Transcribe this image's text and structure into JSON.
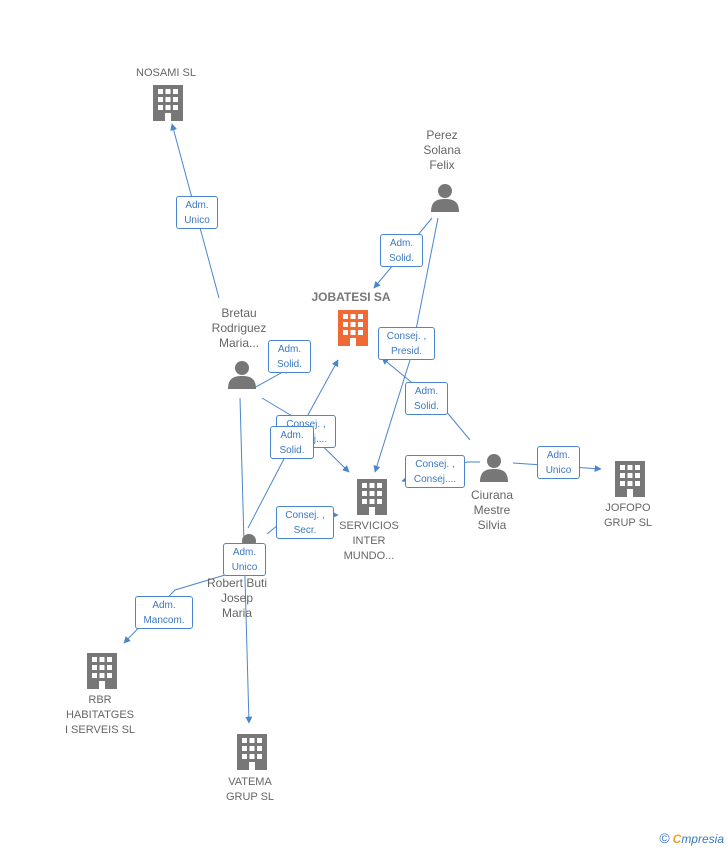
{
  "colors": {
    "edge": "#4a86cc",
    "node": "#777777",
    "focus": "#f06a35"
  },
  "nodes": [
    {
      "id": "nosami",
      "type": "company",
      "label": "NOSAMI SL"
    },
    {
      "id": "jobatesi",
      "type": "company",
      "focus": true,
      "label": "JOBATESI SA"
    },
    {
      "id": "perez",
      "type": "person",
      "label": "Perez\nSolana\nFelix"
    },
    {
      "id": "bretau",
      "type": "person",
      "label": "Bretau\nRodriguez\nMaria..."
    },
    {
      "id": "servicios",
      "type": "company",
      "label": "SERVICIOS\nINTER\nMUNDO..."
    },
    {
      "id": "ciurana",
      "type": "person",
      "label": "Ciurana\nMestre\nSilvia"
    },
    {
      "id": "jofopo",
      "type": "company",
      "label": "JOFOPO\nGRUP  SL"
    },
    {
      "id": "robert",
      "type": "person",
      "label": "Robert Buti\nJosep\nMaria"
    },
    {
      "id": "rbr",
      "type": "company",
      "label": "RBR\nHABITATGES\nI SERVEIS  SL"
    },
    {
      "id": "vatema",
      "type": "company",
      "label": "VATEMA\nGRUP SL"
    }
  ],
  "edges": [
    {
      "from": "bretau",
      "to": "nosami",
      "label": "Adm.\nUnico"
    },
    {
      "from": "perez",
      "to": "jobatesi",
      "label": "Adm.\nSolid."
    },
    {
      "from": "perez",
      "to": "servicios",
      "label": "Consej. ,\nPresid."
    },
    {
      "from": "bretau",
      "to": "servicios",
      "label": "Consej. ,\nConsej...."
    },
    {
      "from": "robert",
      "to": "jobatesi",
      "label": "Adm.\nSolid."
    },
    {
      "from": "bretau",
      "to": "jobatesi",
      "label": "Adm.\nSolid."
    },
    {
      "from": "ciurana",
      "to": "jobatesi",
      "label": "Adm.\nSolid."
    },
    {
      "from": "ciurana",
      "to": "servicios",
      "label": "Consej. ,\nConsej...."
    },
    {
      "from": "ciurana",
      "to": "jofopo",
      "label": "Adm.\nUnico"
    },
    {
      "from": "robert",
      "to": "servicios",
      "label": "Consej. ,\nSecr."
    },
    {
      "from": "robert",
      "to": "rbr",
      "label": "Adm.\nMancom."
    },
    {
      "from": "bretau",
      "to": "vatema",
      "label": "Adm.\nUnico"
    }
  ],
  "watermark": {
    "copyright": "©",
    "brand_initial": "C",
    "brand_rest": "mpresia"
  }
}
